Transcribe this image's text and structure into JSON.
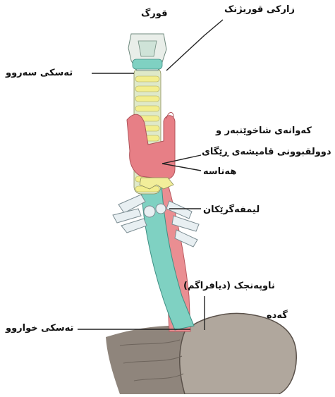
{
  "labels": {
    "larynx": "قورگ",
    "thyroid_gland": "زارکی قوریژنک",
    "upper_esophagus": "تەسکی سەروو",
    "aorta_line1": "کەوانەی شاخوێنبەر و",
    "aorta_line2": "دوولقبوونی قامیشەی ڕێگای",
    "aorta_line3": "هەناسە",
    "lymph_nodes": "لیمفەگرێکان",
    "diaphragm": "ناوپەنجک (دیافراگم)",
    "stomach": "گەدە",
    "lower_esophagus": "تەسکی خواروو"
  },
  "colors": {
    "esophagus": "#7fd1c2",
    "trachea_ring": "#f2ee9a",
    "aorta": "#e8848a",
    "stomach": "#a59b91",
    "lymph": "#e6eef0"
  }
}
